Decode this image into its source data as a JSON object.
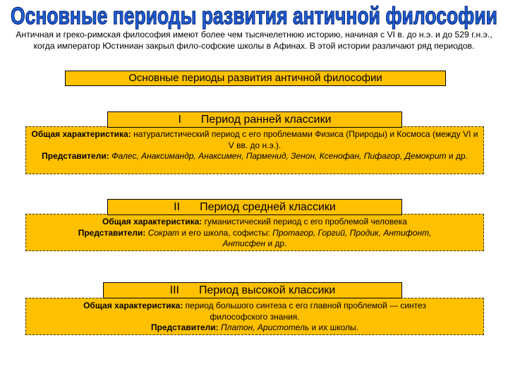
{
  "title": "Основные периоды развития античной философии",
  "intro": "Античная и греко-римская философия имеют более чем тысячелетнюю историю, начиная с VI в. до н.э. и до 529 г.н.э., когда император Юстиниан закрыл фило-софские школы в Афинах. В этой истории различают ряд периодов.",
  "main_header": "Основные периоды развития античной философии",
  "colors": {
    "title_fill": "#1f5fd8",
    "title_stroke": "#0a2a78",
    "box_fill": "#ffc000"
  },
  "periods": [
    {
      "num": "I",
      "name": "Период ранней классики",
      "char_label": "Общая характеристика:",
      "char_text": "натуралистический период с его проблемами Физиса (Природы) и Космоса (между VI и V вв. до н.э.).",
      "rep_label": "Представители:",
      "rep_italic": "Фалес, Анаксимандр, Анаксимен, Парменид, Зенон, Ксенофан, Пифагор, Демокрит",
      "rep_tail": "и др."
    },
    {
      "num": "II",
      "name": "Период средней классики",
      "char_label": "Общая характеристика:",
      "char_text": "гуманистический период с его проблемой человека",
      "rep_label": "Представители:",
      "rep_italic1": "Сократ",
      "rep_mid": "и его школа, софисты:",
      "rep_italic2": "Протагор, Горгий, Продик, Антифонт, Антисфен",
      "rep_tail": "и др."
    },
    {
      "num": "III",
      "name": "Период высокой классики",
      "char_label": "Общая характеристика:",
      "char_text": "период большого синтеза с его главной проблемой — синтез философского знания.",
      "rep_label": "Представители:",
      "rep_italic": "Платон, Аристотель",
      "rep_tail": "и их школы."
    }
  ]
}
